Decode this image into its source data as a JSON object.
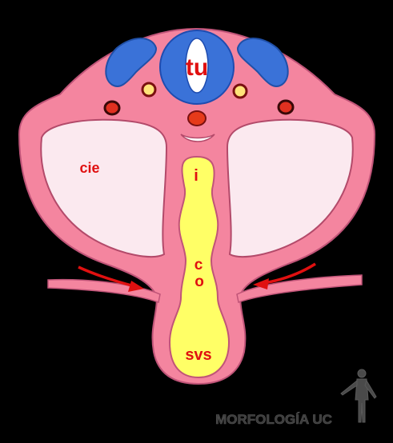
{
  "labels": {
    "tu": "tu",
    "cie": "cie",
    "i": "i",
    "co_top": "c",
    "co_bottom": "o",
    "svs": "svs"
  },
  "watermark": {
    "text": "MORFOLOGÍA UC",
    "icon": "human-figure-icon"
  },
  "arrows": [
    "left-fold-arrow",
    "right-fold-arrow"
  ],
  "colors": {
    "background": "#000000",
    "tissue": "#f4859f",
    "tissue_edge": "#b34a6a",
    "celom": "#fbe9ef",
    "tube": "#ffff66",
    "neural_tube": "#3a72d8",
    "label": "#e01010",
    "arrow": "#e01010"
  }
}
